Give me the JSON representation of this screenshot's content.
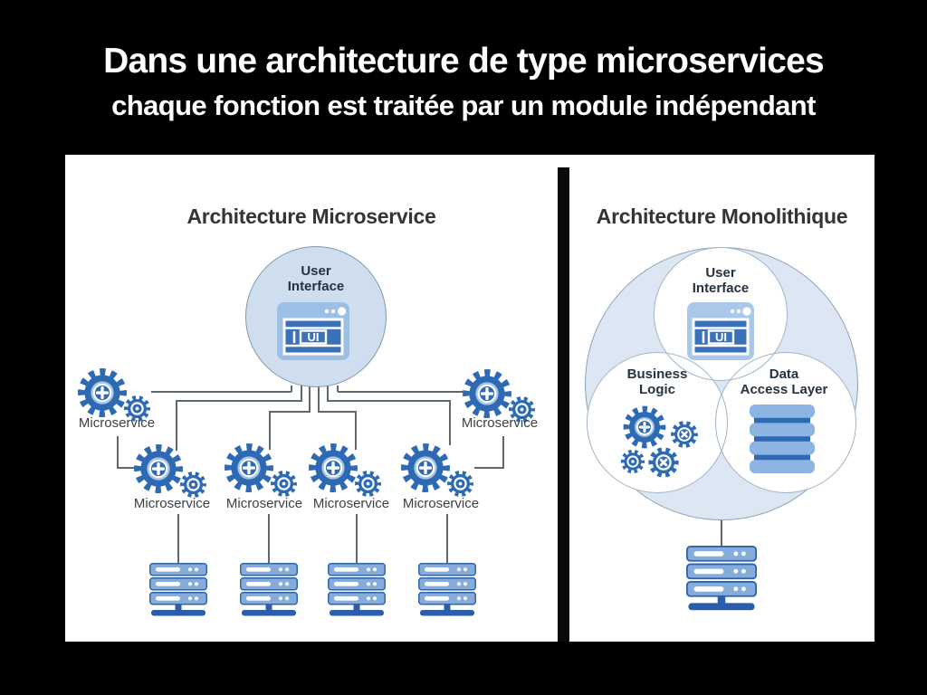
{
  "slide": {
    "title_line1": "Dans une architecture de type microservices",
    "title_line2": "chaque fonction est traitée par un module indépendant"
  },
  "left_diagram": {
    "heading": "Architecture Microservice",
    "ui_node": {
      "label_line1": "User",
      "label_line2": "Interface",
      "icon_text": "UI"
    },
    "microservices": [
      {
        "label": "Microservice"
      },
      {
        "label": "Microservice"
      },
      {
        "label": "Microservice"
      },
      {
        "label": "Microservice"
      },
      {
        "label": "Microservice"
      },
      {
        "label": "Microservice"
      }
    ],
    "server_count": 4
  },
  "right_diagram": {
    "heading": "Architecture Monolithique",
    "ui_node": {
      "label_line1": "User",
      "label_line2": "Interface",
      "icon_text": "UI"
    },
    "business_logic": {
      "label_line1": "Business",
      "label_line2": "Logic"
    },
    "data_access_layer": {
      "label_line1": "Data",
      "label_line2": "Access Layer"
    },
    "server_count": 1
  },
  "colors": {
    "background": "#000000",
    "gear_blue": "#2e6ab4",
    "gear_light_ring": "#a6c6e7",
    "ui_circle_fill": "#cfdeee",
    "monolith_circle_fill": "#dce7f3",
    "browser_frame_blue": "#9cbfe5",
    "browser_window_blue": "#3b72b7",
    "db_slab_blue": "#8cb5e3",
    "server_slab_blue": "#85acdb",
    "server_dark_blue": "#2a5dab",
    "connector_gray": "#5d6871"
  }
}
